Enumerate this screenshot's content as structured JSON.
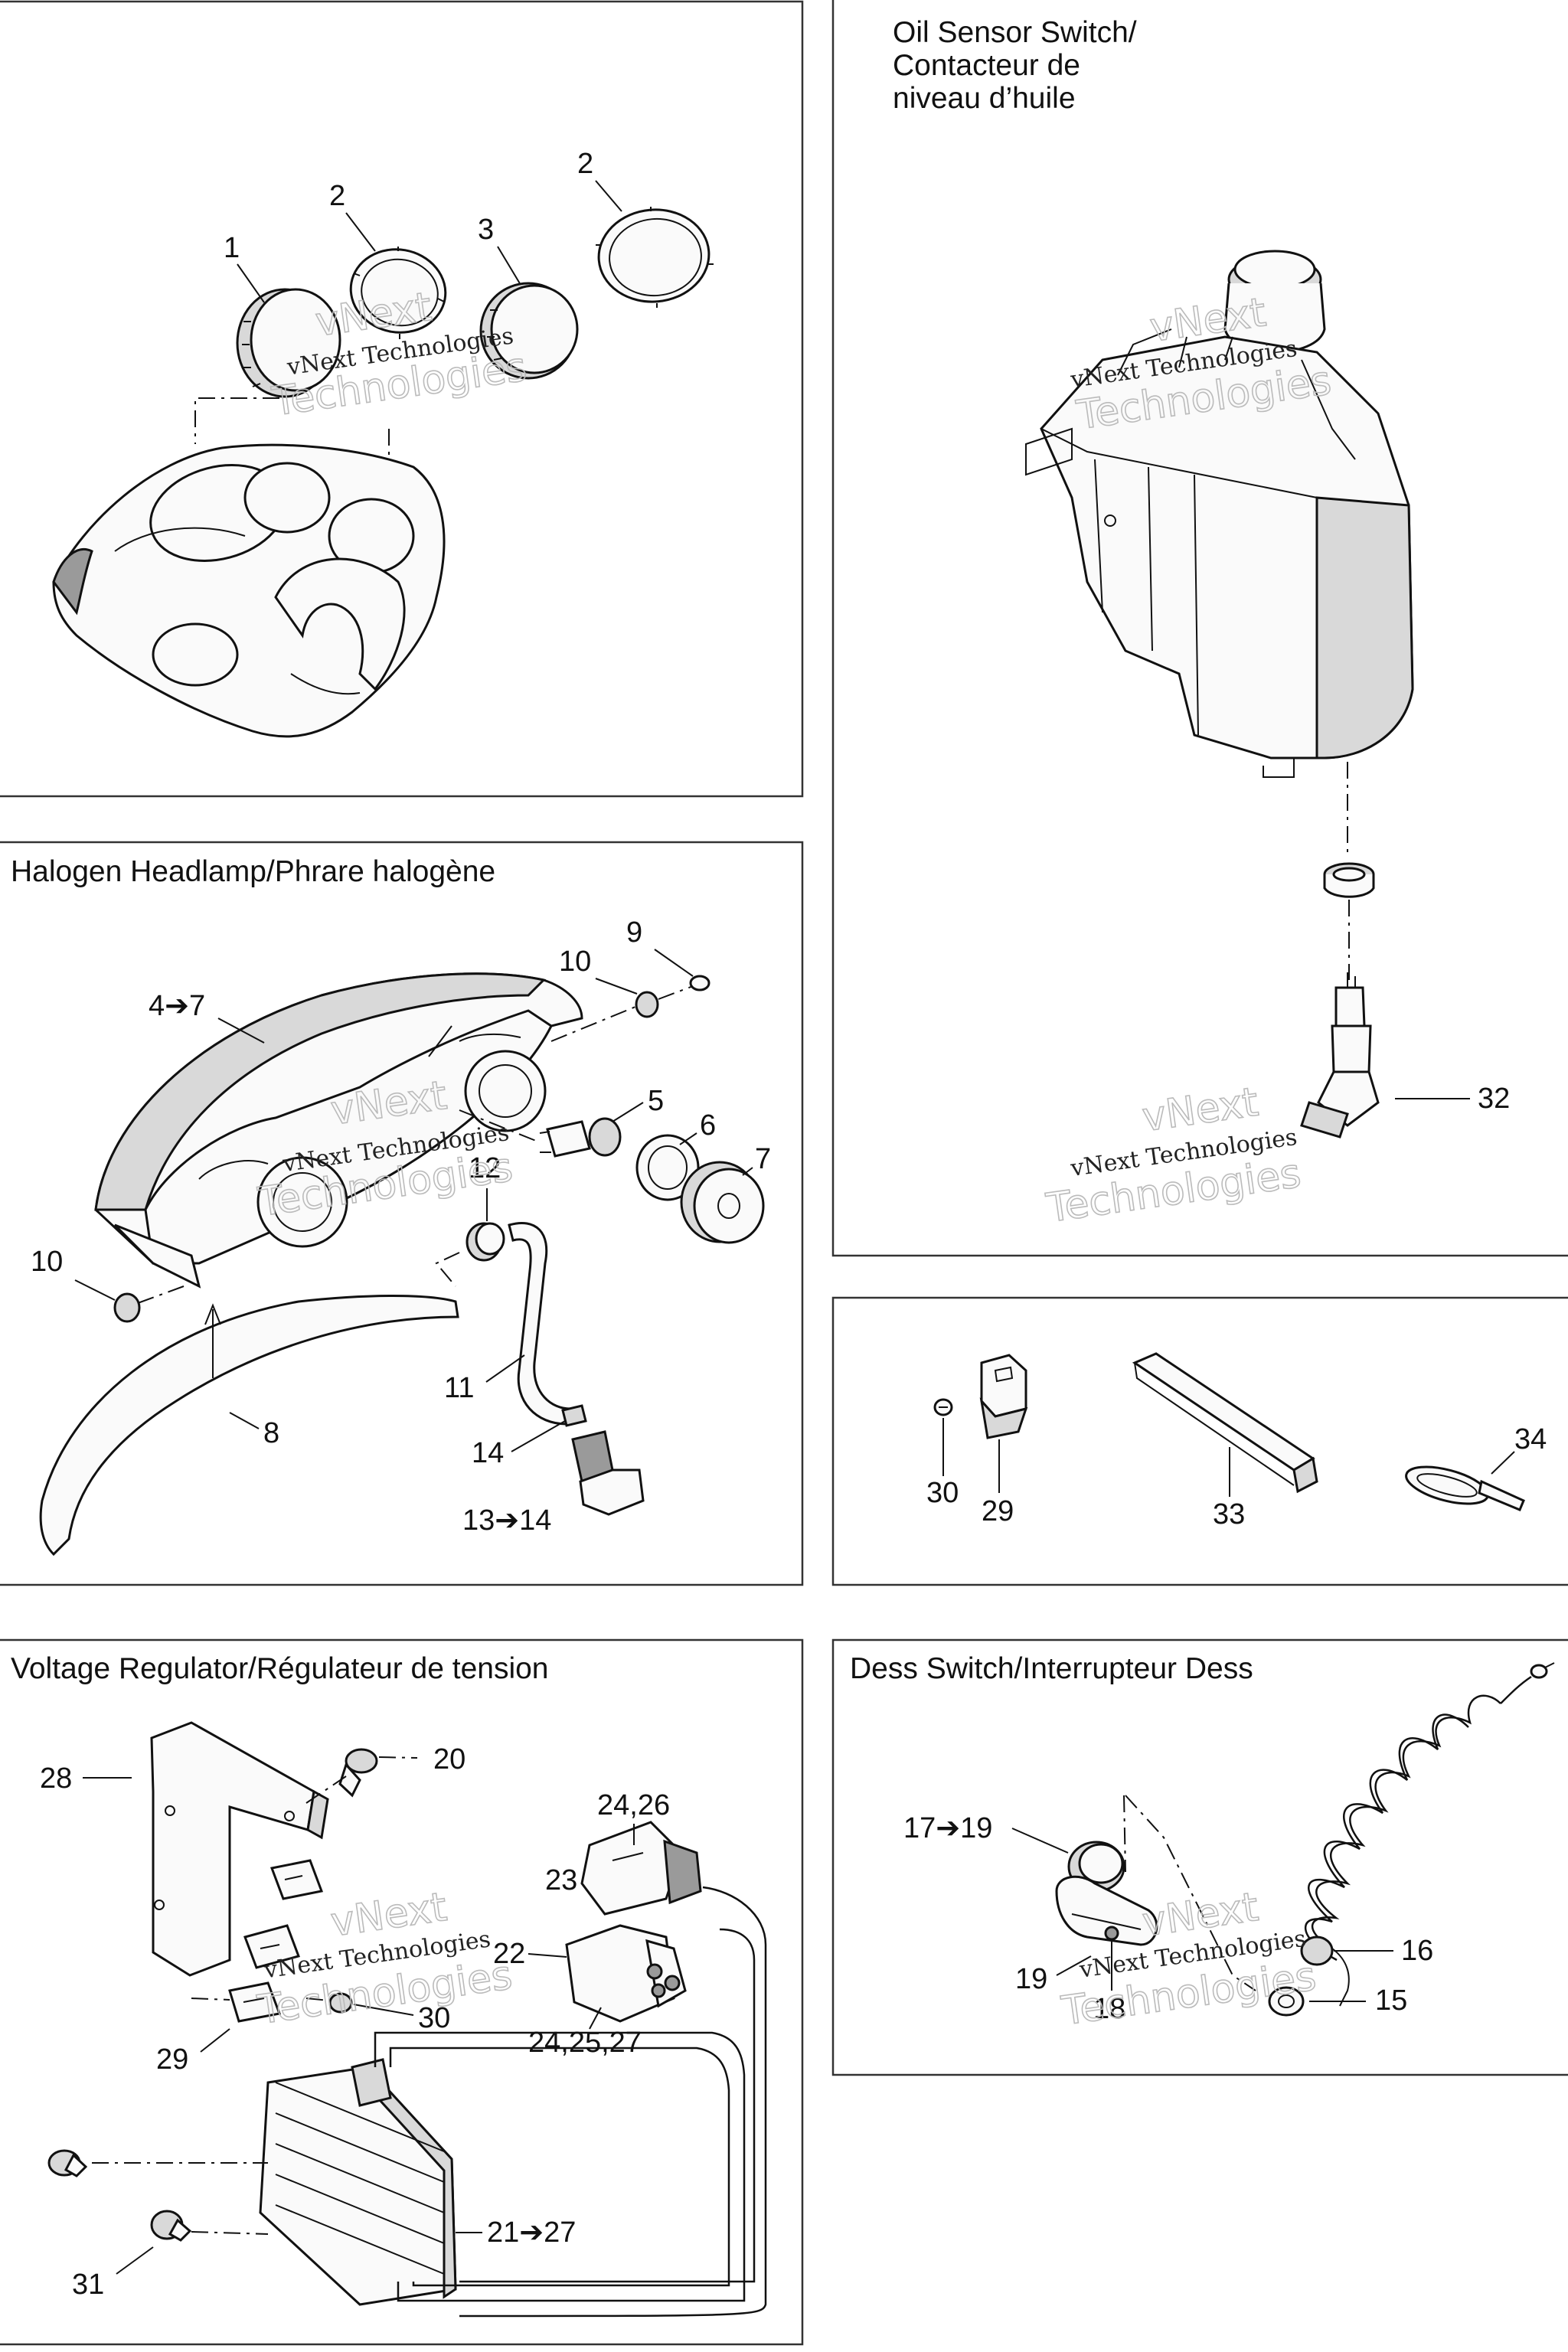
{
  "panels": {
    "gauges": {
      "title": ""
    },
    "oil_sensor": {
      "title_lines": [
        "Oil Sensor Switch/",
        "Contacteur de",
        "niveau d’huile"
      ]
    },
    "headlamp": {
      "title": "Halogen Headlamp/Phrare halogène"
    },
    "misc": {
      "title": ""
    },
    "voltage": {
      "title": "Voltage Regulator/Régulateur de tension"
    },
    "dess": {
      "title": "Dess Switch/Interrupteur Dess"
    }
  },
  "watermark": {
    "line1": "vNext",
    "line2": "Technologies",
    "small": "vNext Technologies"
  },
  "callouts": {
    "gauges": [
      "1",
      "2",
      "3",
      "2"
    ],
    "oil": [
      "32"
    ],
    "headlamp": [
      "9",
      "10",
      "4➔7",
      "5",
      "12",
      "6",
      "7",
      "10",
      "11",
      "8",
      "14",
      "13➔14"
    ],
    "misc": [
      "30",
      "29",
      "33",
      "34"
    ],
    "voltage": [
      "28",
      "20",
      "24,26",
      "23",
      "22",
      "30",
      "24,25,27",
      "29",
      "21➔27",
      "31"
    ],
    "dess": [
      "17➔19",
      "16",
      "19",
      "18",
      "15"
    ]
  }
}
